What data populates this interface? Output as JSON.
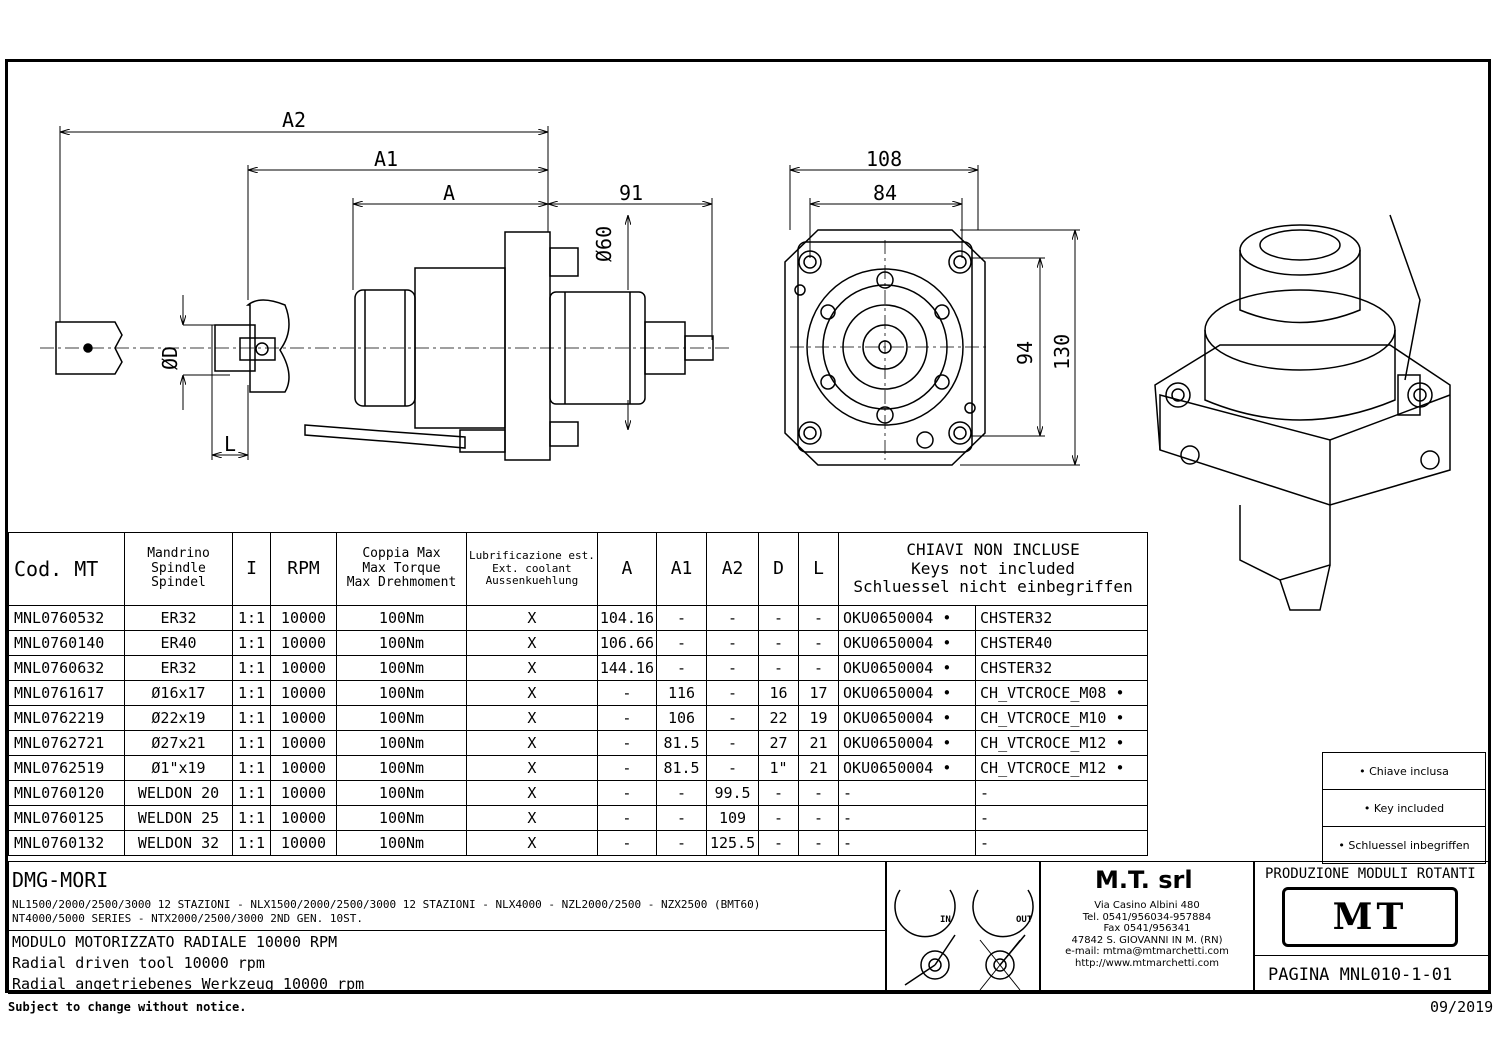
{
  "dimensions": {
    "a2": "A2",
    "a1": "A1",
    "a": "A",
    "d91": "91",
    "phi60": "Ø60",
    "phid": "ØD",
    "l": "L",
    "d108": "108",
    "d84": "84",
    "d94": "94",
    "d130": "130"
  },
  "table": {
    "headers": {
      "code": "Cod. MT",
      "spindle": [
        "Mandrino",
        "Spindle",
        "Spindel"
      ],
      "ratio": "I",
      "rpm": "RPM",
      "torque": [
        "Coppia Max",
        "Max Torque",
        "Max Drehmoment"
      ],
      "coolant": [
        "Lubrificazione est.",
        "Ext. coolant",
        "Aussenkuehlung"
      ],
      "a": "A",
      "a1": "A1",
      "a2": "A2",
      "d": "D",
      "l": "L",
      "keys": [
        "CHIAVI NON INCLUSE",
        "Keys not included",
        "Schluessel nicht einbegriffen"
      ]
    },
    "rows": [
      {
        "code": "MNL0760532",
        "spindle": "ER32",
        "ratio": "1:1",
        "rpm": "10000",
        "torque": "100Nm",
        "coolant": "X",
        "a": "104.16",
        "a1": "-",
        "a2": "-",
        "d": "-",
        "l": "-",
        "key1": "OKU0650004 •",
        "key2": "CHSTER32"
      },
      {
        "code": "MNL0760140",
        "spindle": "ER40",
        "ratio": "1:1",
        "rpm": "10000",
        "torque": "100Nm",
        "coolant": "X",
        "a": "106.66",
        "a1": "-",
        "a2": "-",
        "d": "-",
        "l": "-",
        "key1": "OKU0650004 •",
        "key2": "CHSTER40"
      },
      {
        "code": "MNL0760632",
        "spindle": "ER32",
        "ratio": "1:1",
        "rpm": "10000",
        "torque": "100Nm",
        "coolant": "X",
        "a": "144.16",
        "a1": "-",
        "a2": "-",
        "d": "-",
        "l": "-",
        "key1": "OKU0650004 •",
        "key2": "CHSTER32"
      },
      {
        "code": "MNL0761617",
        "spindle": "Ø16x17",
        "ratio": "1:1",
        "rpm": "10000",
        "torque": "100Nm",
        "coolant": "X",
        "a": "-",
        "a1": "116",
        "a2": "-",
        "d": "16",
        "l": "17",
        "key1": "OKU0650004 •",
        "key2": "CH_VTCROCE_M08 •"
      },
      {
        "code": "MNL0762219",
        "spindle": "Ø22x19",
        "ratio": "1:1",
        "rpm": "10000",
        "torque": "100Nm",
        "coolant": "X",
        "a": "-",
        "a1": "106",
        "a2": "-",
        "d": "22",
        "l": "19",
        "key1": "OKU0650004 •",
        "key2": "CH_VTCROCE_M10 •"
      },
      {
        "code": "MNL0762721",
        "spindle": "Ø27x21",
        "ratio": "1:1",
        "rpm": "10000",
        "torque": "100Nm",
        "coolant": "X",
        "a": "-",
        "a1": "81.5",
        "a2": "-",
        "d": "27",
        "l": "21",
        "key1": "OKU0650004 •",
        "key2": "CH_VTCROCE_M12 •"
      },
      {
        "code": "MNL0762519",
        "spindle": "Ø1\"x19",
        "ratio": "1:1",
        "rpm": "10000",
        "torque": "100Nm",
        "coolant": "X",
        "a": "-",
        "a1": "81.5",
        "a2": "-",
        "d": "1\"",
        "l": "21",
        "key1": "OKU0650004 •",
        "key2": "CH_VTCROCE_M12 •"
      },
      {
        "code": "MNL0760120",
        "spindle": "WELDON 20",
        "ratio": "1:1",
        "rpm": "10000",
        "torque": "100Nm",
        "coolant": "X",
        "a": "-",
        "a1": "-",
        "a2": "99.5",
        "d": "-",
        "l": "-",
        "key1": "-",
        "key2": "-"
      },
      {
        "code": "MNL0760125",
        "spindle": "WELDON 25",
        "ratio": "1:1",
        "rpm": "10000",
        "torque": "100Nm",
        "coolant": "X",
        "a": "-",
        "a1": "-",
        "a2": "109",
        "d": "-",
        "l": "-",
        "key1": "-",
        "key2": "-"
      },
      {
        "code": "MNL0760132",
        "spindle": "WELDON 32",
        "ratio": "1:1",
        "rpm": "10000",
        "torque": "100Nm",
        "coolant": "X",
        "a": "-",
        "a1": "-",
        "a2": "125.5",
        "d": "-",
        "l": "-",
        "key1": "-",
        "key2": "-"
      }
    ]
  },
  "legend": [
    "• Chiave inclusa",
    "• Key included",
    "• Schluessel inbegriffen"
  ],
  "title_block": {
    "machine": "DMG-MORI",
    "compat_line1": "NL1500/2000/2500/3000 12 STAZIONI - NLX1500/2000/2500/3000 12 STAZIONI - NLX4000 - NZL2000/2500 - NZX2500 (BMT60)",
    "compat_line2": "NT4000/5000 SERIES - NTX2000/2500/3000 2ND GEN. 10ST.",
    "desc_it": "MODULO MOTORIZZATO RADIALE 10000 RPM",
    "desc_en": "Radial driven tool 10000 rpm",
    "desc_de": "Radial angetriebenes Werkzeug 10000 rpm",
    "in_label": "IN",
    "out_label": "OUT",
    "company": "M.T. srl",
    "address": [
      "Via Casino Albini 480",
      "Tel. 0541/956034-957884",
      "Fax 0541/956341",
      "47842 S. GIOVANNI IN M. (RN)",
      "e-mail: mtma@mtmarchetti.com",
      "http://www.mtmarchetti.com"
    ],
    "production": "PRODUZIONE MODULI ROTANTI",
    "logo_text": "MT",
    "page": "PAGINA MNL010-1-01"
  },
  "footer": {
    "notice": "Subject to change without notice.",
    "date": "09/2019"
  }
}
